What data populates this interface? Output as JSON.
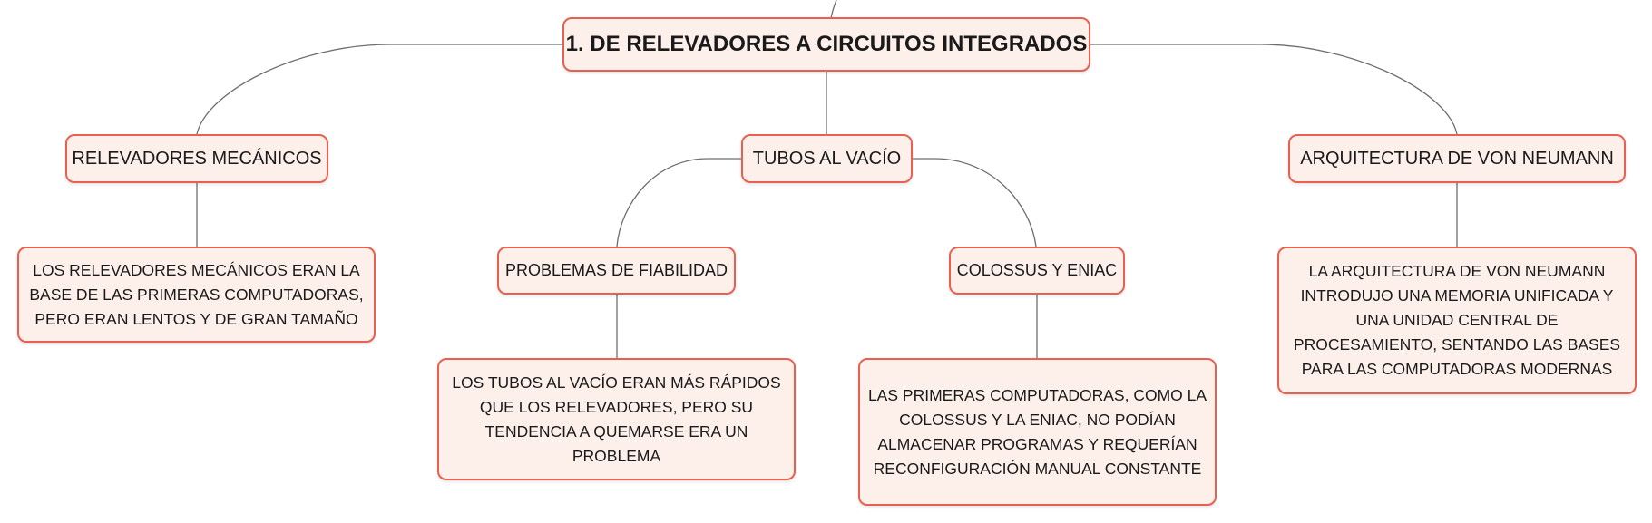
{
  "root": {
    "label": "1. DE RELEVADORES A CIRCUITOS INTEGRADOS"
  },
  "topics": {
    "mecanicos": {
      "label": "RELEVADORES MECÁNICOS",
      "detail": "LOS RELEVADORES MECÁNICOS ERAN LA BASE DE LAS PRIMERAS COMPUTADORAS, PERO ERAN LENTOS Y DE GRAN TAMAÑO"
    },
    "tubos": {
      "label": "TUBOS AL VACÍO",
      "children": {
        "fiabilidad": {
          "label": "PROBLEMAS DE FIABILIDAD",
          "detail": "LOS TUBOS AL VACÍO ERAN MÁS RÁPIDOS QUE LOS RELEVADORES, PERO SU TENDENCIA A QUEMARSE ERA UN PROBLEMA"
        },
        "colossus": {
          "label": "COLOSSUS Y ENIAC",
          "detail": "LAS PRIMERAS COMPUTADORAS, COMO LA COLOSSUS Y LA ENIAC, NO PODÍAN ALMACENAR PROGRAMAS Y REQUERÍAN RECONFIGURACIÓN MANUAL CONSTANTE"
        }
      }
    },
    "vonneumann": {
      "label": "ARQUITECTURA DE VON NEUMANN",
      "detail": "LA ARQUITECTURA DE VON NEUMANN INTRODUJO UNA MEMORIA UNIFICADA Y UNA UNIDAD CENTRAL DE PROCESAMIENTO, SENTANDO LAS BASES PARA LAS COMPUTADORAS MODERNAS"
    }
  },
  "colors": {
    "node_border": "#e8604f",
    "node_fill": "#fdf0ea",
    "connector": "#6e6e6e"
  }
}
